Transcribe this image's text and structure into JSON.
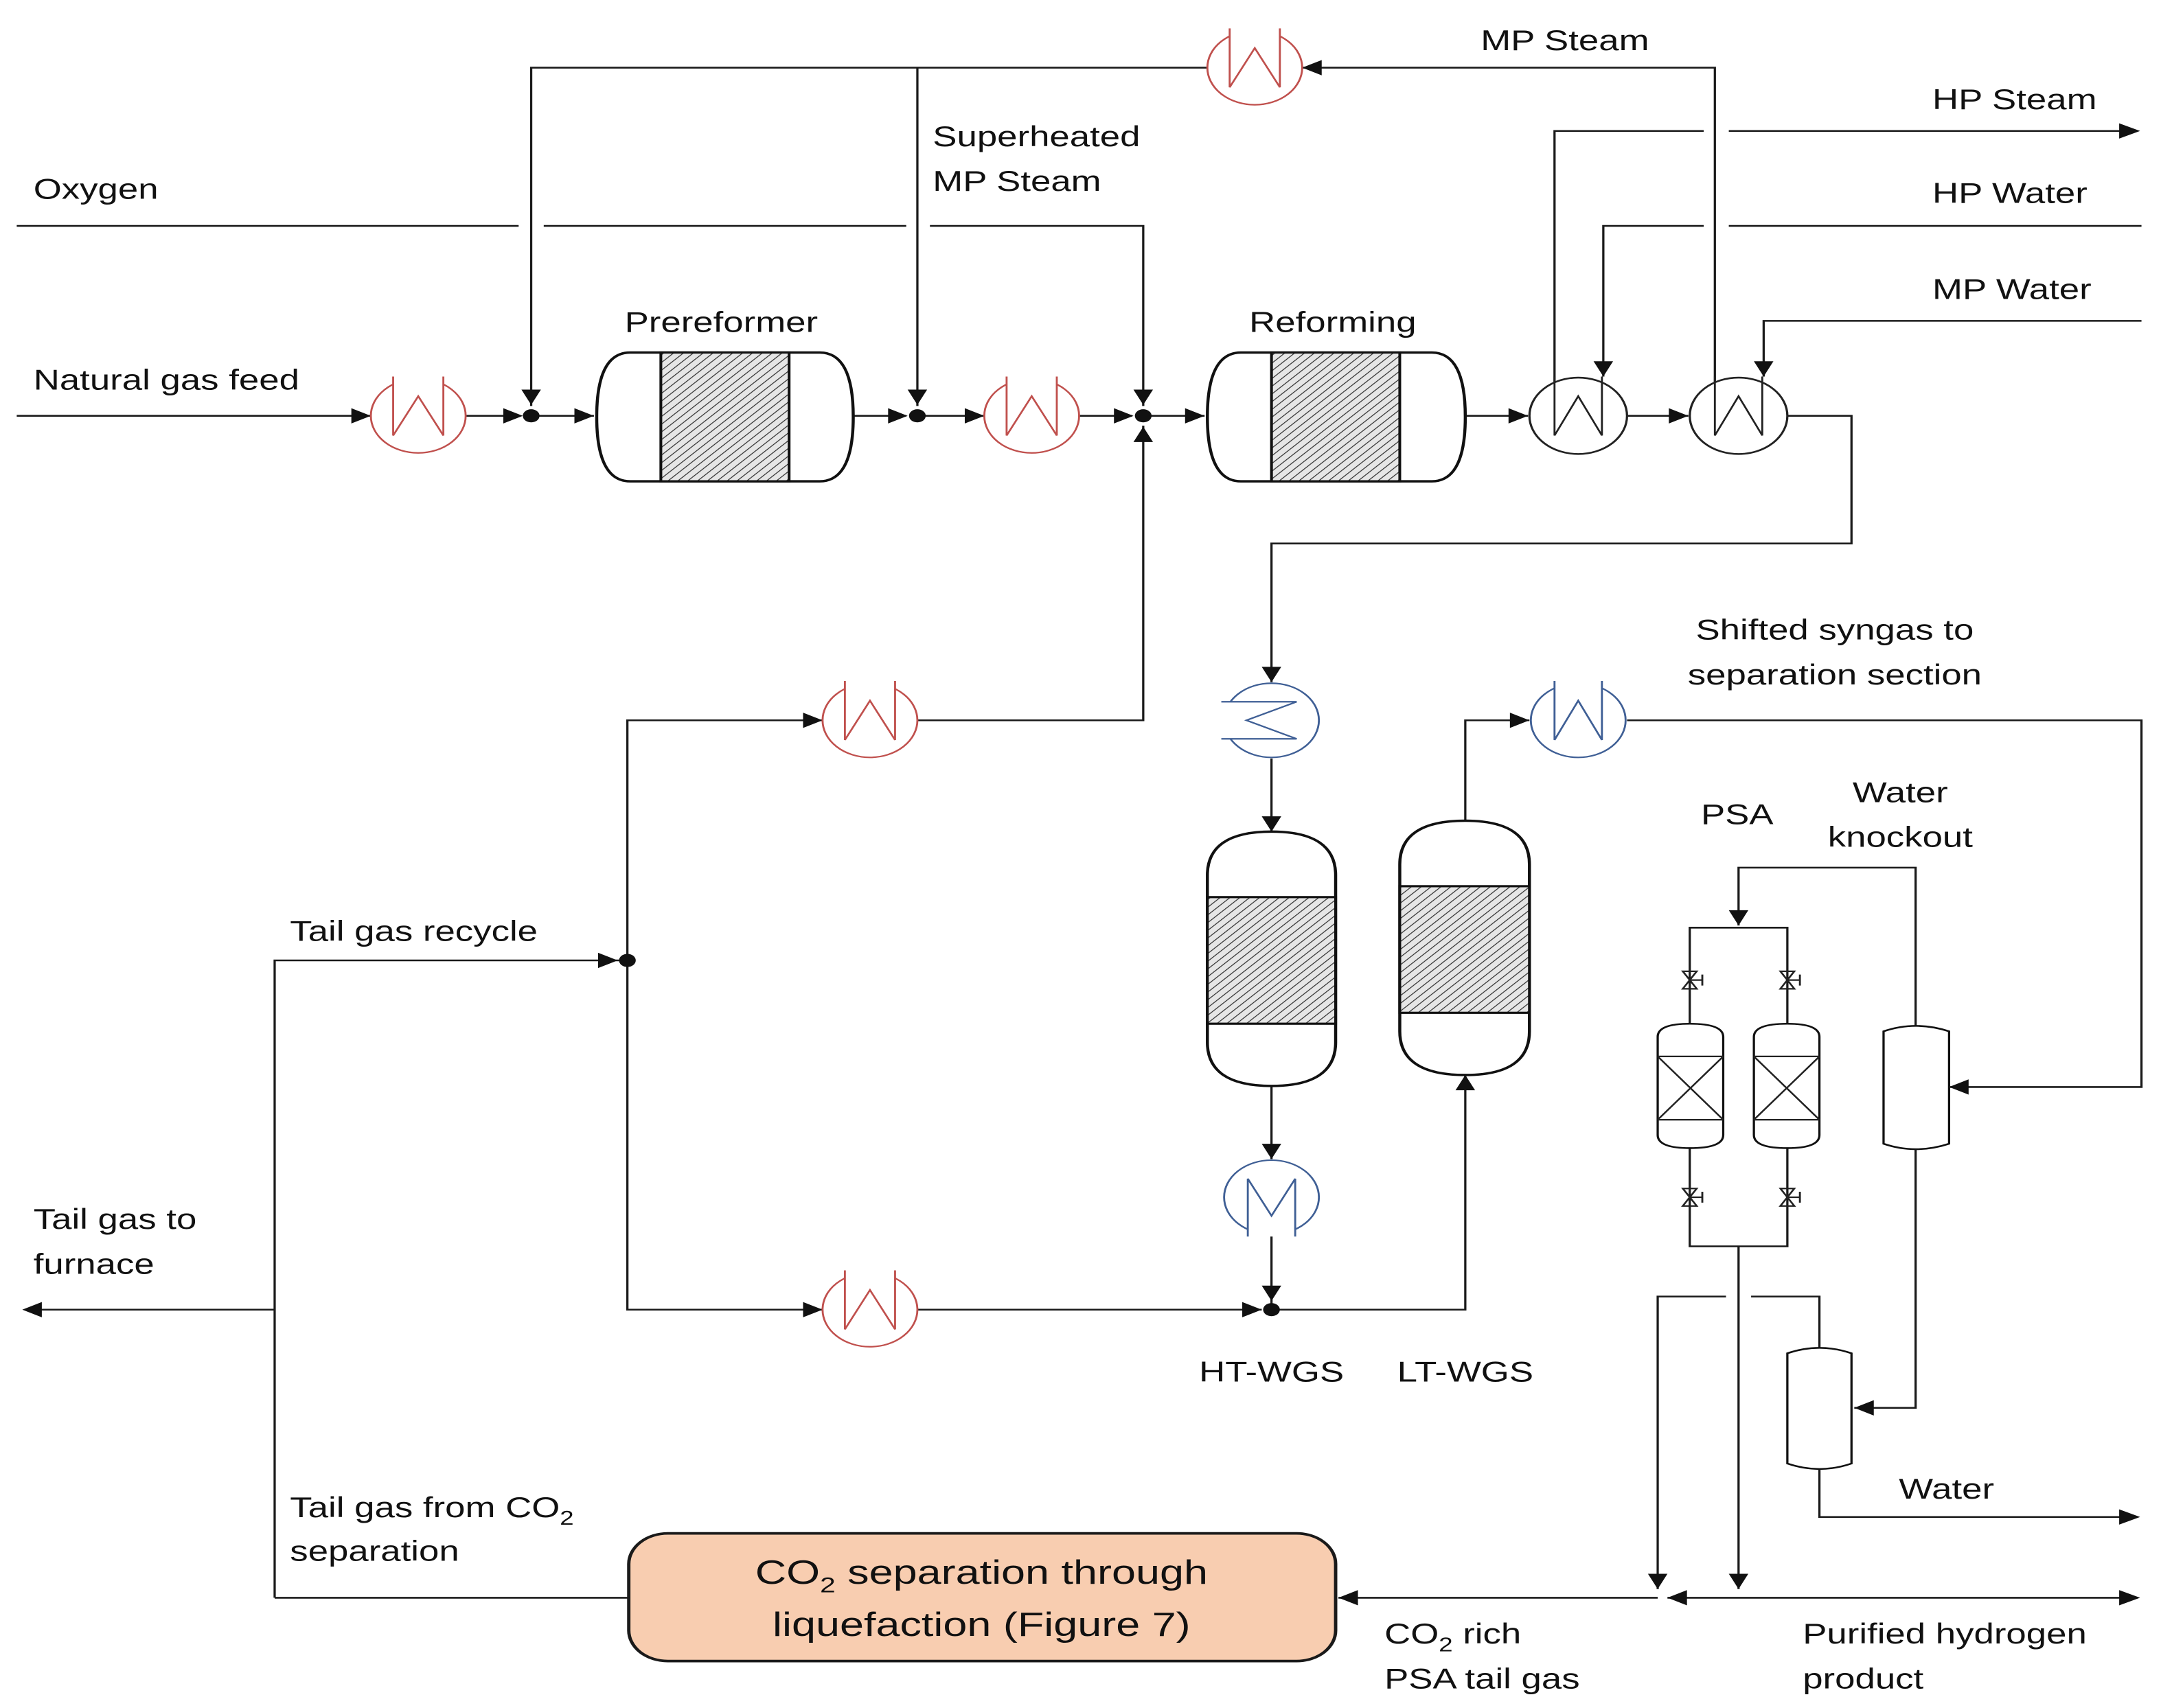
{
  "figure": {
    "type": "process flow diagram",
    "description": "Natural gas reforming with water-gas shift, PSA hydrogen purification and CO2 liquefaction"
  },
  "colors": {
    "heater": "#c0504d",
    "cooler": "#3f5f95",
    "co2_box_fill": "#f8cdb0",
    "line": "#1a1a1a"
  },
  "streams": {
    "oxygen": "Oxygen",
    "natural_gas_feed": "Natural gas feed",
    "superheated_mp_steam_1": "Superheated",
    "superheated_mp_steam_2": "MP Steam",
    "mp_steam": "MP Steam",
    "hp_steam": "HP Steam",
    "hp_water": "HP Water",
    "mp_water": "MP Water",
    "shifted_syngas_1": "Shifted syngas to",
    "shifted_syngas_2": "separation section",
    "tail_gas_recycle": "Tail gas recycle",
    "tail_gas_to_furnace_1": "Tail gas to",
    "tail_gas_to_furnace_2": "furnace",
    "tail_gas_from_co2_1": "Tail gas from CO",
    "tail_gas_from_co2_sub": "2",
    "tail_gas_from_co2_2": "separation",
    "water": "Water",
    "co2_rich_1a": "CO",
    "co2_rich_1sub": "2",
    "co2_rich_1b": " rich",
    "co2_rich_2": "PSA tail gas",
    "purified_h2_1": "Purified hydrogen",
    "purified_h2_2": "product"
  },
  "units": {
    "prereformer": "Prereformer",
    "reforming": "Reforming",
    "ht_wgs": "HT-WGS",
    "lt_wgs": "LT-WGS",
    "psa": "PSA",
    "water_knockout_1": "Water",
    "water_knockout_2": "knockout",
    "co2_box_line1a": "CO",
    "co2_box_line1sub": "2",
    "co2_box_line1b": " separation through",
    "co2_box_line2": "liquefaction (Figure 7)"
  },
  "icons": {
    "heater": "heat-exchanger-heater-icon",
    "cooler": "heat-exchanger-cooler-icon",
    "boiler": "waste-heat-boiler-icon",
    "valve": "valve-icon",
    "mixer": "mixing-junction-icon"
  }
}
